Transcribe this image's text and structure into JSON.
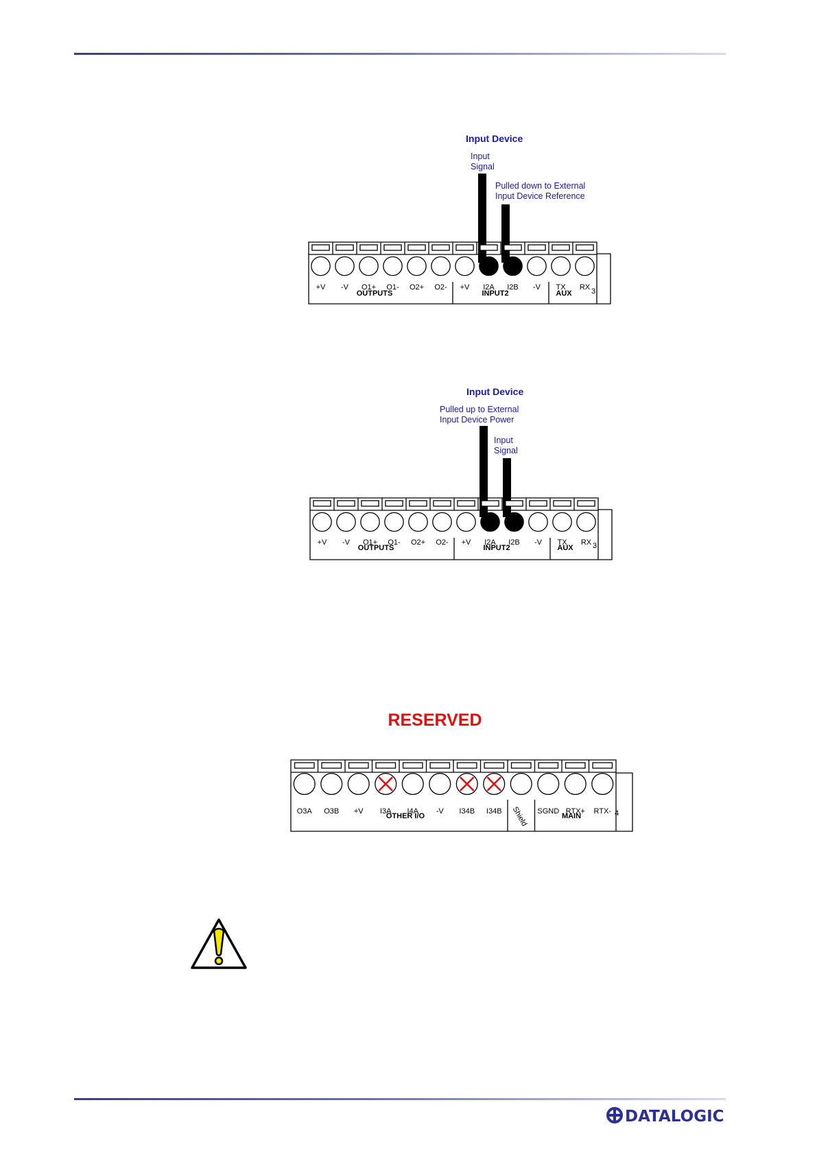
{
  "diagram1": {
    "device_title": "Input Device",
    "signal_label": [
      "Input",
      "Signal"
    ],
    "reference_label": [
      "Pulled down to External",
      "Input Device Reference"
    ],
    "terminals": [
      "+V",
      "-V",
      "O1+",
      "O1-",
      "O2+",
      "O2-",
      "+V",
      "I2A",
      "I2B",
      "-V",
      "TX",
      "RX"
    ],
    "groups": [
      "OUTPUTS",
      "INPUT2",
      "AUX"
    ],
    "connector_number": "3"
  },
  "diagram2": {
    "device_title": "Input Device",
    "power_label": [
      "Pulled up to External",
      "Input Device Power"
    ],
    "signal_label": [
      "Input",
      "Signal"
    ],
    "terminals": [
      "+V",
      "-V",
      "O1+",
      "O1-",
      "O2+",
      "O2-",
      "+V",
      "I2A",
      "I2B",
      "-V",
      "TX",
      "RX"
    ],
    "groups": [
      "OUTPUTS",
      "INPUT2",
      "AUX"
    ],
    "connector_number": "3"
  },
  "diagram3": {
    "title": "RESERVED",
    "terminals": [
      "O3A",
      "O3B",
      "+V",
      "I3A",
      "I4A",
      "-V",
      "I34B",
      "I34B",
      "Shield",
      "SGND",
      "RTX+",
      "RTX-"
    ],
    "groups": [
      "OTHER I/O",
      "MAIN"
    ],
    "connector_number": "4"
  },
  "footer": {
    "brand": "DATALOGIC"
  },
  "colors": {
    "accent_blue": "#1a1aa6",
    "reserved_red": "#e01010",
    "rule_blue": "#3a3d8f",
    "warning_yellow": "#f5e600"
  }
}
